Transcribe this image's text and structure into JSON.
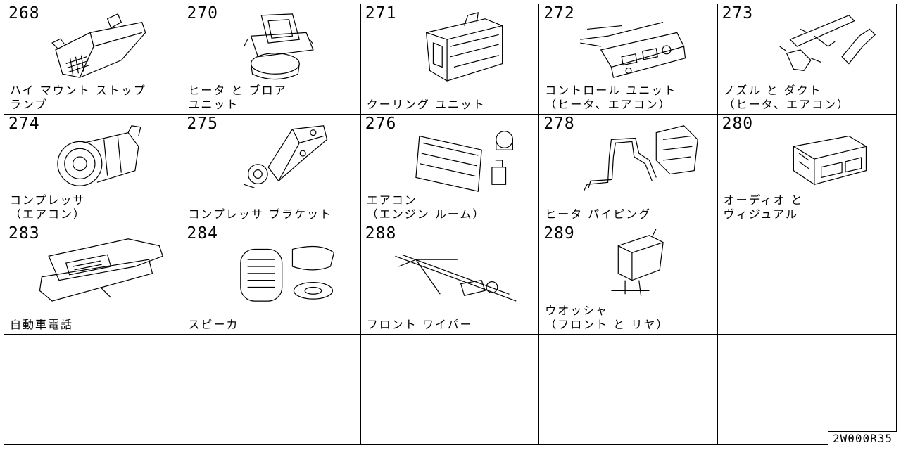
{
  "diagram_code": "2W000R35",
  "parts": [
    {
      "number": "268",
      "label": "ハイ マウント ストップ\nランプ",
      "icon": "high-mount-stop-lamp-icon"
    },
    {
      "number": "270",
      "label": "ヒータ と ブロア\nユニット",
      "icon": "heater-blower-unit-icon"
    },
    {
      "number": "271",
      "label": "クーリング ユニット",
      "icon": "cooling-unit-icon"
    },
    {
      "number": "272",
      "label": "コントロール ユニット\n（ヒータ、エアコン）",
      "icon": "control-unit-icon"
    },
    {
      "number": "273",
      "label": "ノズル と ダクト\n（ヒータ、エアコン）",
      "icon": "nozzle-duct-icon"
    },
    {
      "number": "274",
      "label": "コンプレッサ\n（エアコン）",
      "icon": "compressor-icon"
    },
    {
      "number": "275",
      "label": "コンプレッサ ブラケット",
      "icon": "compressor-bracket-icon"
    },
    {
      "number": "276",
      "label": "エアコン\n（エンジン ルーム）",
      "icon": "aircon-engine-room-icon"
    },
    {
      "number": "278",
      "label": "ヒータ パイピング",
      "icon": "heater-piping-icon"
    },
    {
      "number": "280",
      "label": "オーディオ と\nヴィジュアル",
      "icon": "audio-visual-icon"
    },
    {
      "number": "283",
      "label": "自動車電話",
      "icon": "car-phone-icon"
    },
    {
      "number": "284",
      "label": "スピーカ",
      "icon": "speaker-icon"
    },
    {
      "number": "288",
      "label": "フロント ワイパー",
      "icon": "front-wiper-icon"
    },
    {
      "number": "289",
      "label": "ウオッシャ\n（フロント と リヤ）",
      "icon": "washer-icon"
    }
  ]
}
